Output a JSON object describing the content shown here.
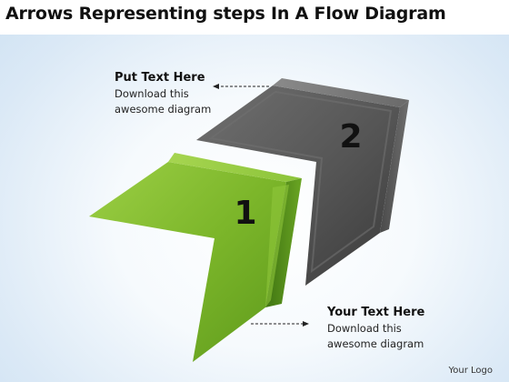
{
  "title": "Arrows Representing steps In A Flow Diagram",
  "steps": [
    {
      "number": "1",
      "color": "#7cb62a",
      "heading": "Your Text Here",
      "body": [
        "Download this",
        "awesome diagram"
      ]
    },
    {
      "number": "2",
      "color": "#555555",
      "heading": "Put Text Here",
      "body": [
        "Download this",
        "awesome diagram"
      ]
    }
  ],
  "logo": "Your Logo"
}
